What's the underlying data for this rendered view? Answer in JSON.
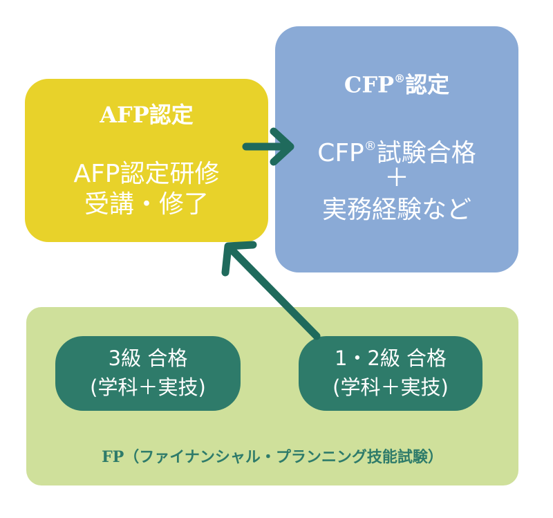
{
  "colors": {
    "afp_box": "#e8d22a",
    "cfp_box": "#8aaad6",
    "fp_panel": "#cfe09b",
    "pill": "#2e7b6a",
    "arrow": "#1f6a5c",
    "text_light": "#ffffff"
  },
  "afp": {
    "title": "AFP認定",
    "line1": "AFP認定研修",
    "line2": "受講・修了"
  },
  "cfp": {
    "title_main": "CFP",
    "title_mark": "®",
    "title_suffix": "認定",
    "line1_main": "CFP",
    "line1_mark": "®",
    "line1_suffix": "試験合格",
    "plus": "＋",
    "line2": "実務経験など"
  },
  "fp": {
    "label": "FP（ファイナンシャル・プランニング技能試験）",
    "grade3": {
      "line1": "3級 合格",
      "line2": "(学科＋実技)"
    },
    "grade12": {
      "line1": "1・2級 合格",
      "line2": "(学科＋実技)"
    }
  },
  "icons": {
    "arrow_afp_to_cfp": "arrow-right-icon",
    "arrow_fp_to_afp": "arrow-up-left-icon"
  }
}
